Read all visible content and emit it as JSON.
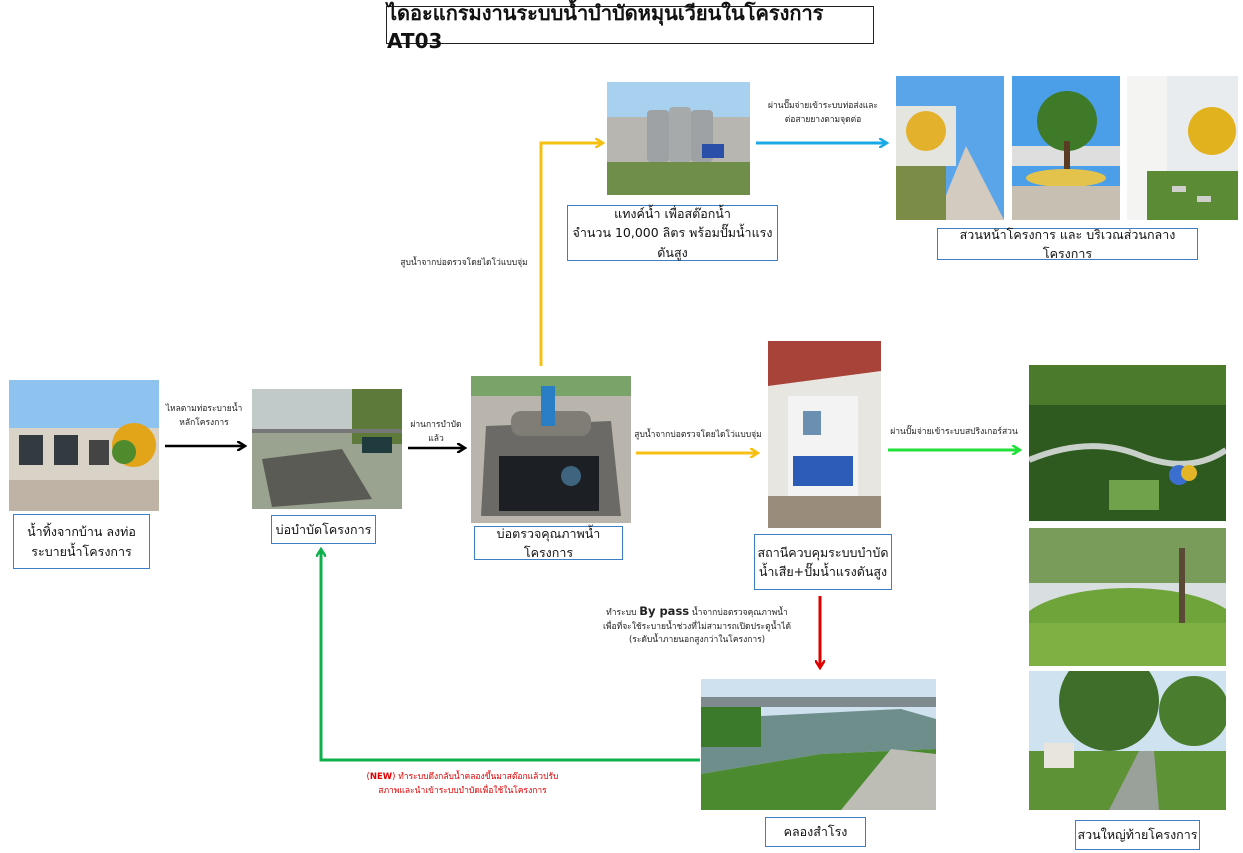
{
  "title": "ไดอะแกรมงานระบบน้ำบำบัดหมุนเวียนในโครงการ AT03",
  "nodes": {
    "house": {
      "label_line1": "น้ำทิ้งจากบ้าน ลงท่อ",
      "label_line2": "ระบายน้ำโครงการ"
    },
    "treatment_pond": {
      "label": "บ่อบำบัดโครงการ"
    },
    "inspection_pond": {
      "label": "บ่อตรวจคุณภาพน้ำโครงการ"
    },
    "water_tank": {
      "label_line1": "แทงค์น้ำ เพื่อสต๊อกน้ำ",
      "label_line2": "จำนวน 10,000 ลิตร พร้อมปั๊มน้ำแรงดันสูง"
    },
    "front_garden": {
      "label": "สวนหน้าโครงการ และ บริเวณส่วนกลางโครงการ"
    },
    "control_station": {
      "label_line1": "สถานีควบคุมระบบบำบัด",
      "label_line2": "น้ำเสีย+ปั๊มน้ำแรงดันสูง"
    },
    "canal": {
      "label": "คลองสำโรง"
    },
    "rear_garden": {
      "label": "สวนใหญ่ท้ายโครงการ"
    }
  },
  "arrow_notes": {
    "house_to_pond_line1": "ไหลตามท่อระบายน้ำ",
    "house_to_pond_line2": "หลักโครงการ",
    "pond_to_inspection": "ผ่านการบำบัดแล้ว",
    "inspection_to_tank": "สูบน้ำจากบ่อตรวจโดยไดโว่แบบจุ่ม",
    "tank_to_garden_line1": "ผ่านปั๊มจ่ายเข้าระบบท่อส่งและ",
    "tank_to_garden_line2": "ต่อสายยางตามจุดต่อ",
    "inspection_to_station": "สูบน้ำจากบ่อตรวจโดยไดโว่แบบจุ่ม",
    "station_to_rear_garden": "ผ่านปั๊มจ่ายเข้าระบบสปริงเกอร์สวน",
    "bypass_prefix": "ทำระบบ",
    "bypass_keyword": "By pass",
    "bypass_suffix": "น้ำจากบ่อตรวจคุณภาพน้ำ",
    "bypass_line2": "เพื่อที่จะใช้ระบายน้ำช่วงที่ไม่สามารถเปิดประตูน้ำได้",
    "bypass_line3": "(ระดับน้ำภายนอกสูงกว่าในโครงการ)",
    "canal_new_tag": "NEW",
    "canal_return_line1": "ทำระบบดึงกลับน้ำคลองขึ้นมาสต๊อกแล้วปรับ",
    "canal_return_line2": "สภาพและนำเข้าระบบบำบัดเพื่อใช้ในโครงการ"
  },
  "colors": {
    "black_arrow": "#000000",
    "yellow_arrow": "#f5c012",
    "blue_arrow": "#1aa9e6",
    "green_arrow": "#22e03a",
    "red_arrow": "#e00000",
    "dark_green_arrow": "#0db14b",
    "caption_border": "#3b7fc4"
  }
}
